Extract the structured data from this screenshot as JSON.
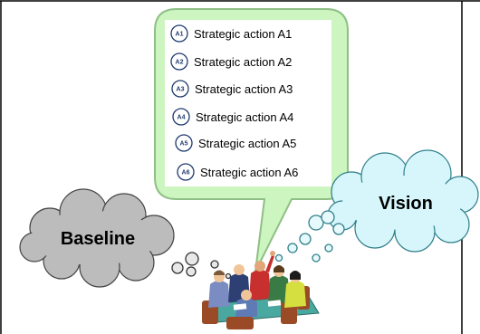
{
  "strategic_actions": [
    {
      "badge": "A1",
      "label": "Strategic action A1"
    },
    {
      "badge": "A2",
      "label": "Strategic action A2"
    },
    {
      "badge": "A3",
      "label": "Strategic action A3"
    },
    {
      "badge": "A4",
      "label": "Strategic action A4"
    },
    {
      "badge": "A5",
      "label": "Strategic action A5"
    },
    {
      "badge": "A6",
      "label": "Strategic action A6"
    }
  ],
  "baseline": {
    "label": "Baseline"
  },
  "vision": {
    "label": "Vision"
  },
  "colors": {
    "speech_bubble_fill": "#ccf5c0",
    "speech_bubble_stroke": "#8fbf86",
    "baseline_cloud_fill": "#bcbcbc",
    "vision_cloud_fill": "#d6f6fb",
    "badge_stroke": "#1f3b6e",
    "frame": "#000000"
  },
  "icons": {
    "meeting_clipart": "team-meeting-illustration",
    "thought_bubbles": "thought-bubble-circles"
  }
}
